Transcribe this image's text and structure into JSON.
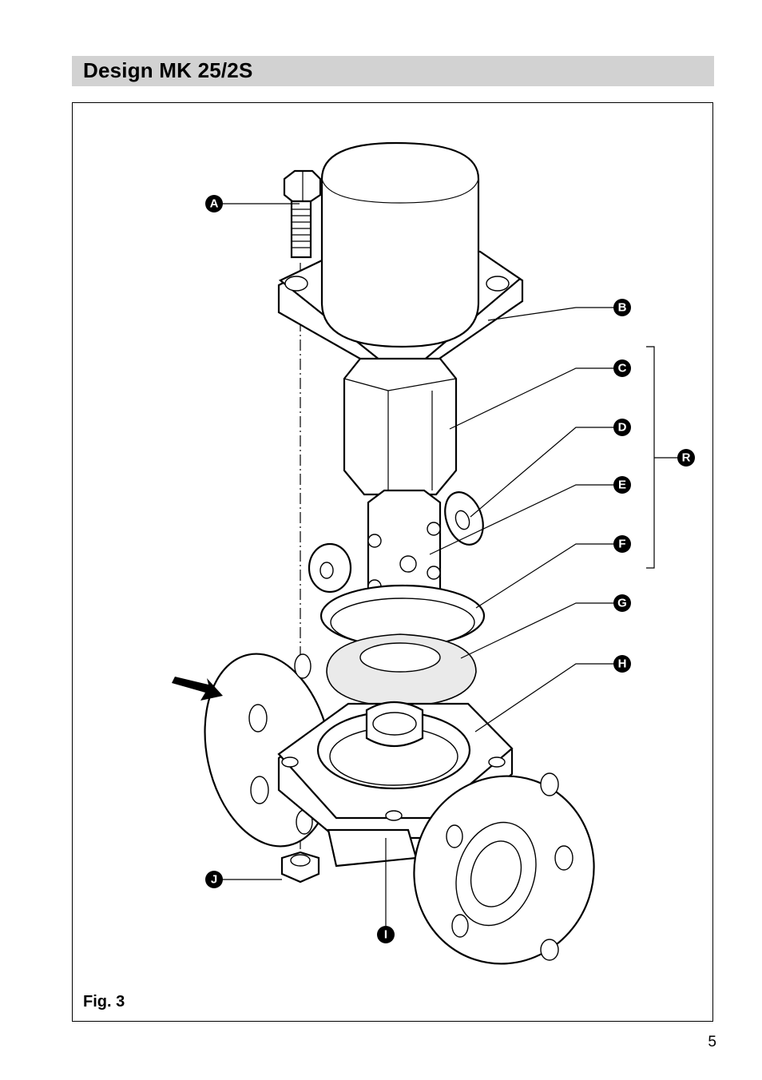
{
  "header": {
    "title": "Design MK 25/2S"
  },
  "figure": {
    "caption": "Fig. 3",
    "labels": {
      "A": "A",
      "B": "B",
      "C": "C",
      "D": "D",
      "E": "E",
      "F": "F",
      "G": "G",
      "H": "H",
      "I": "I",
      "J": "J",
      "R": "R"
    }
  },
  "footer": {
    "page_number": "5"
  }
}
